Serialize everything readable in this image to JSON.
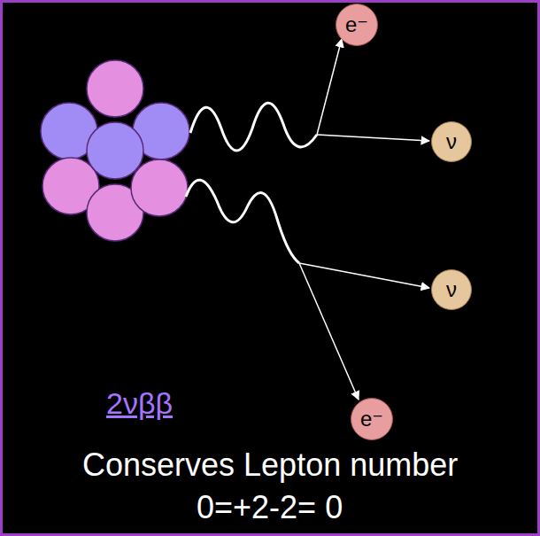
{
  "diagram": {
    "nodes": [
      {
        "text": [
          "e⁻"
        ]
      },
      {
        "text": [
          "ν"
        ]
      },
      {
        "text": [
          "ν"
        ]
      },
      {
        "text": [
          "e⁻"
        ]
      }
    ],
    "labels": [
      "2νββ",
      "Conserves Lepton number",
      "0=+2-2= 0"
    ]
  }
}
